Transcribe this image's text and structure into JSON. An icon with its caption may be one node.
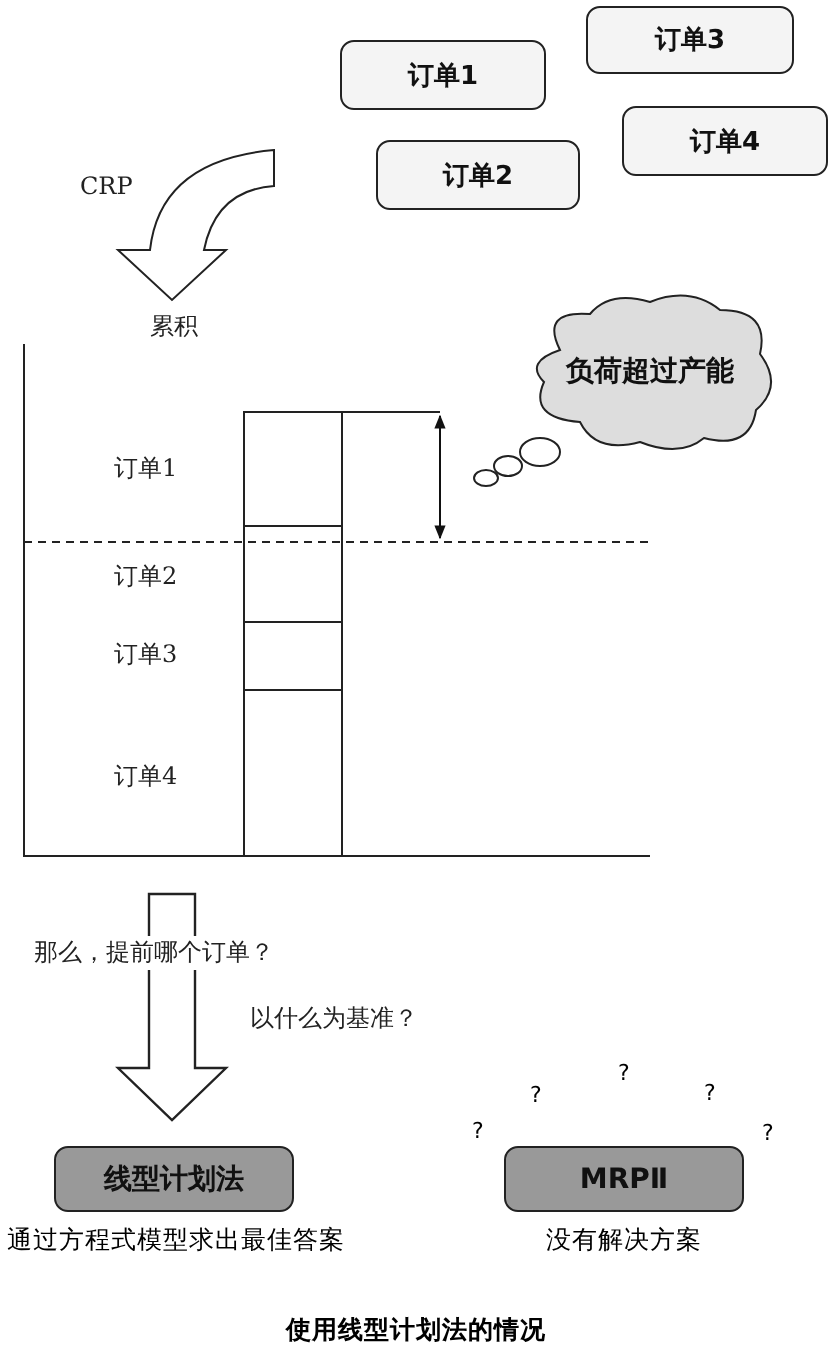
{
  "diagram": {
    "caption": "使用线型计划法的情况",
    "nodes": [
      {
        "text": [
          "订单1"
        ]
      },
      {
        "text": [
          "订单2"
        ]
      },
      {
        "text": [
          "订单3"
        ]
      },
      {
        "text": [
          "订单4"
        ]
      },
      {
        "text": [
          "负荷超过产能"
        ]
      },
      {
        "text": [
          "线型计划法"
        ],
        "beside": [
          "通过方程式模型求出最佳答案"
        ]
      },
      {
        "text": [
          "MRPⅡ"
        ],
        "beside": [
          "没有解决方案"
        ]
      }
    ],
    "edges": [
      {
        "from": null,
        "to": 5,
        "arrow": "to"
      }
    ],
    "labels": [
      "CRP",
      "累积",
      "订单1",
      "订单2",
      "订单3",
      "订单4",
      "那么，提前哪个订单？",
      "以什么为基准？",
      "?",
      "?",
      "?",
      "?",
      "?"
    ]
  }
}
